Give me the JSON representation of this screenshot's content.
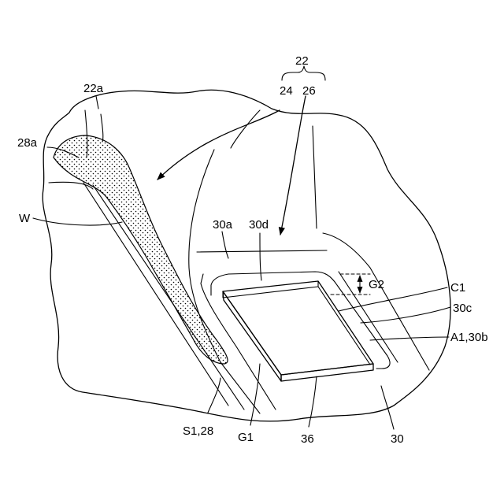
{
  "labels": {
    "l22": "22",
    "l22a": "22a",
    "l24": "24",
    "l26": "26",
    "l28a": "28a",
    "lW": "W",
    "l30a": "30a",
    "l30d": "30d",
    "lG2": "G2",
    "lC1": "C1",
    "l30c": "30c",
    "lA1": "A1,30b",
    "lS1": "S1,28",
    "lG1": "G1",
    "l36": "36",
    "l30": "30"
  }
}
